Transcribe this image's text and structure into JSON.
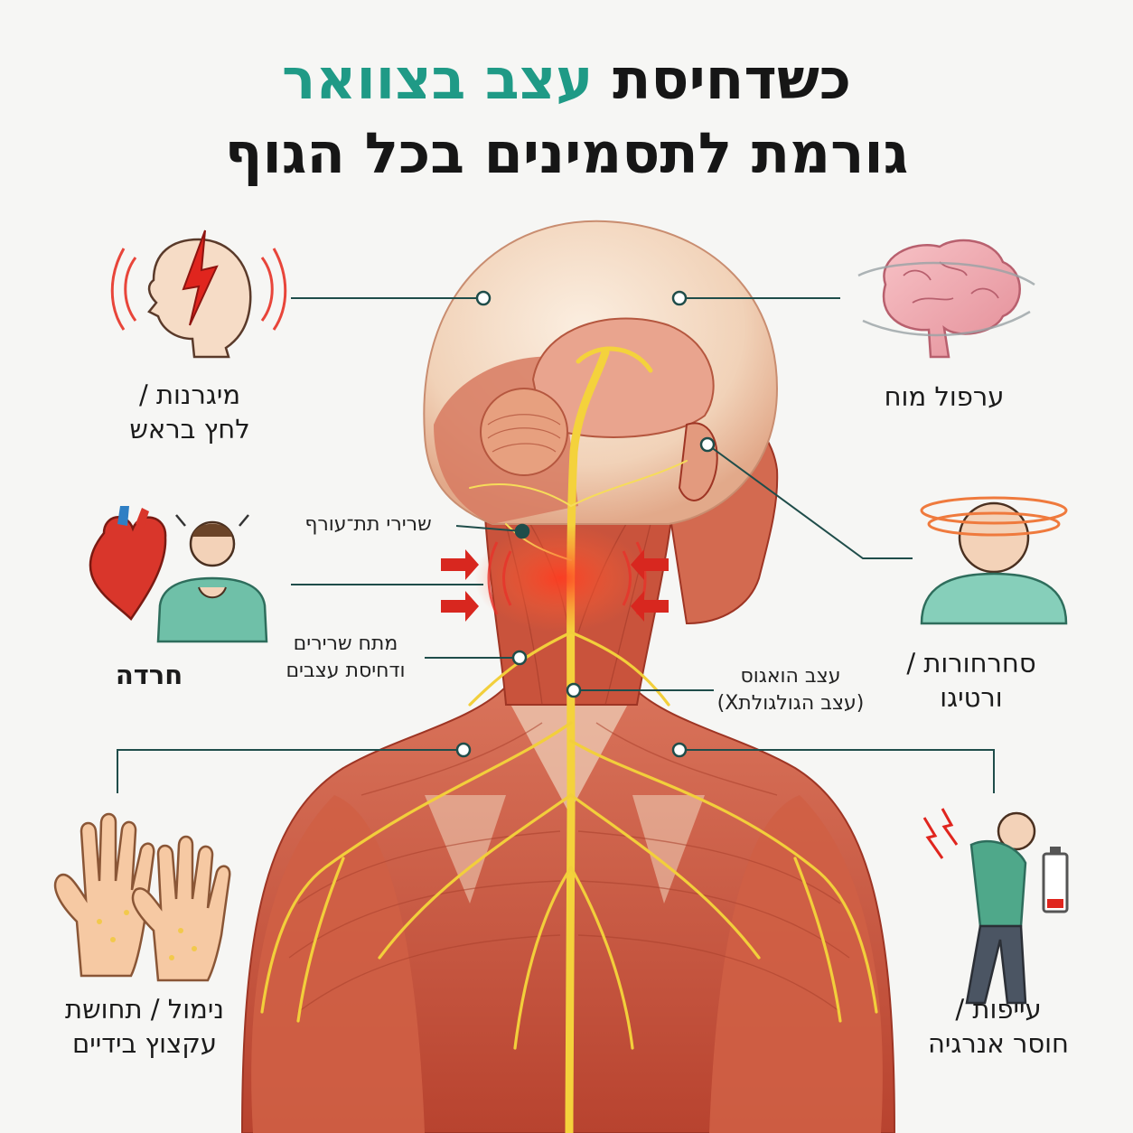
{
  "title": {
    "line1_part1": "כשדחיסת",
    "line1_highlight": "עצב בצוואר",
    "line2": "גורמת לתסמינים בכל הגוף"
  },
  "symptoms": {
    "migraines": {
      "line1": "מיגרנות /",
      "line2": "לחץ בראש"
    },
    "brain_fog": {
      "line1": "ערפול מוח"
    },
    "anxiety": {
      "line1": "חרדה"
    },
    "dizziness": {
      "line1": "סחרחורות /",
      "line2": "ורטיגו"
    },
    "tingling": {
      "line1": "נימול / תחושת",
      "line2": "עקצוץ בידיים"
    },
    "fatigue": {
      "line1": "עייפות /",
      "line2": "חוסר אנרגיה"
    }
  },
  "anatomy_labels": {
    "suboccipital": "שרירי תת־עורף",
    "muscle_tension_line1": "מתח שרירים",
    "muscle_tension_line2": "ודחיסת עצבים",
    "vagus_line1": "עצב הואגוס",
    "vagus_line2": "(עצב הגולגולתX)"
  },
  "colors": {
    "accent": "#1f9a86",
    "leader_line": "#1f4d4a",
    "nerve": "#f4d23c",
    "muscle": "#c9513a",
    "pain": "#e8332a"
  }
}
